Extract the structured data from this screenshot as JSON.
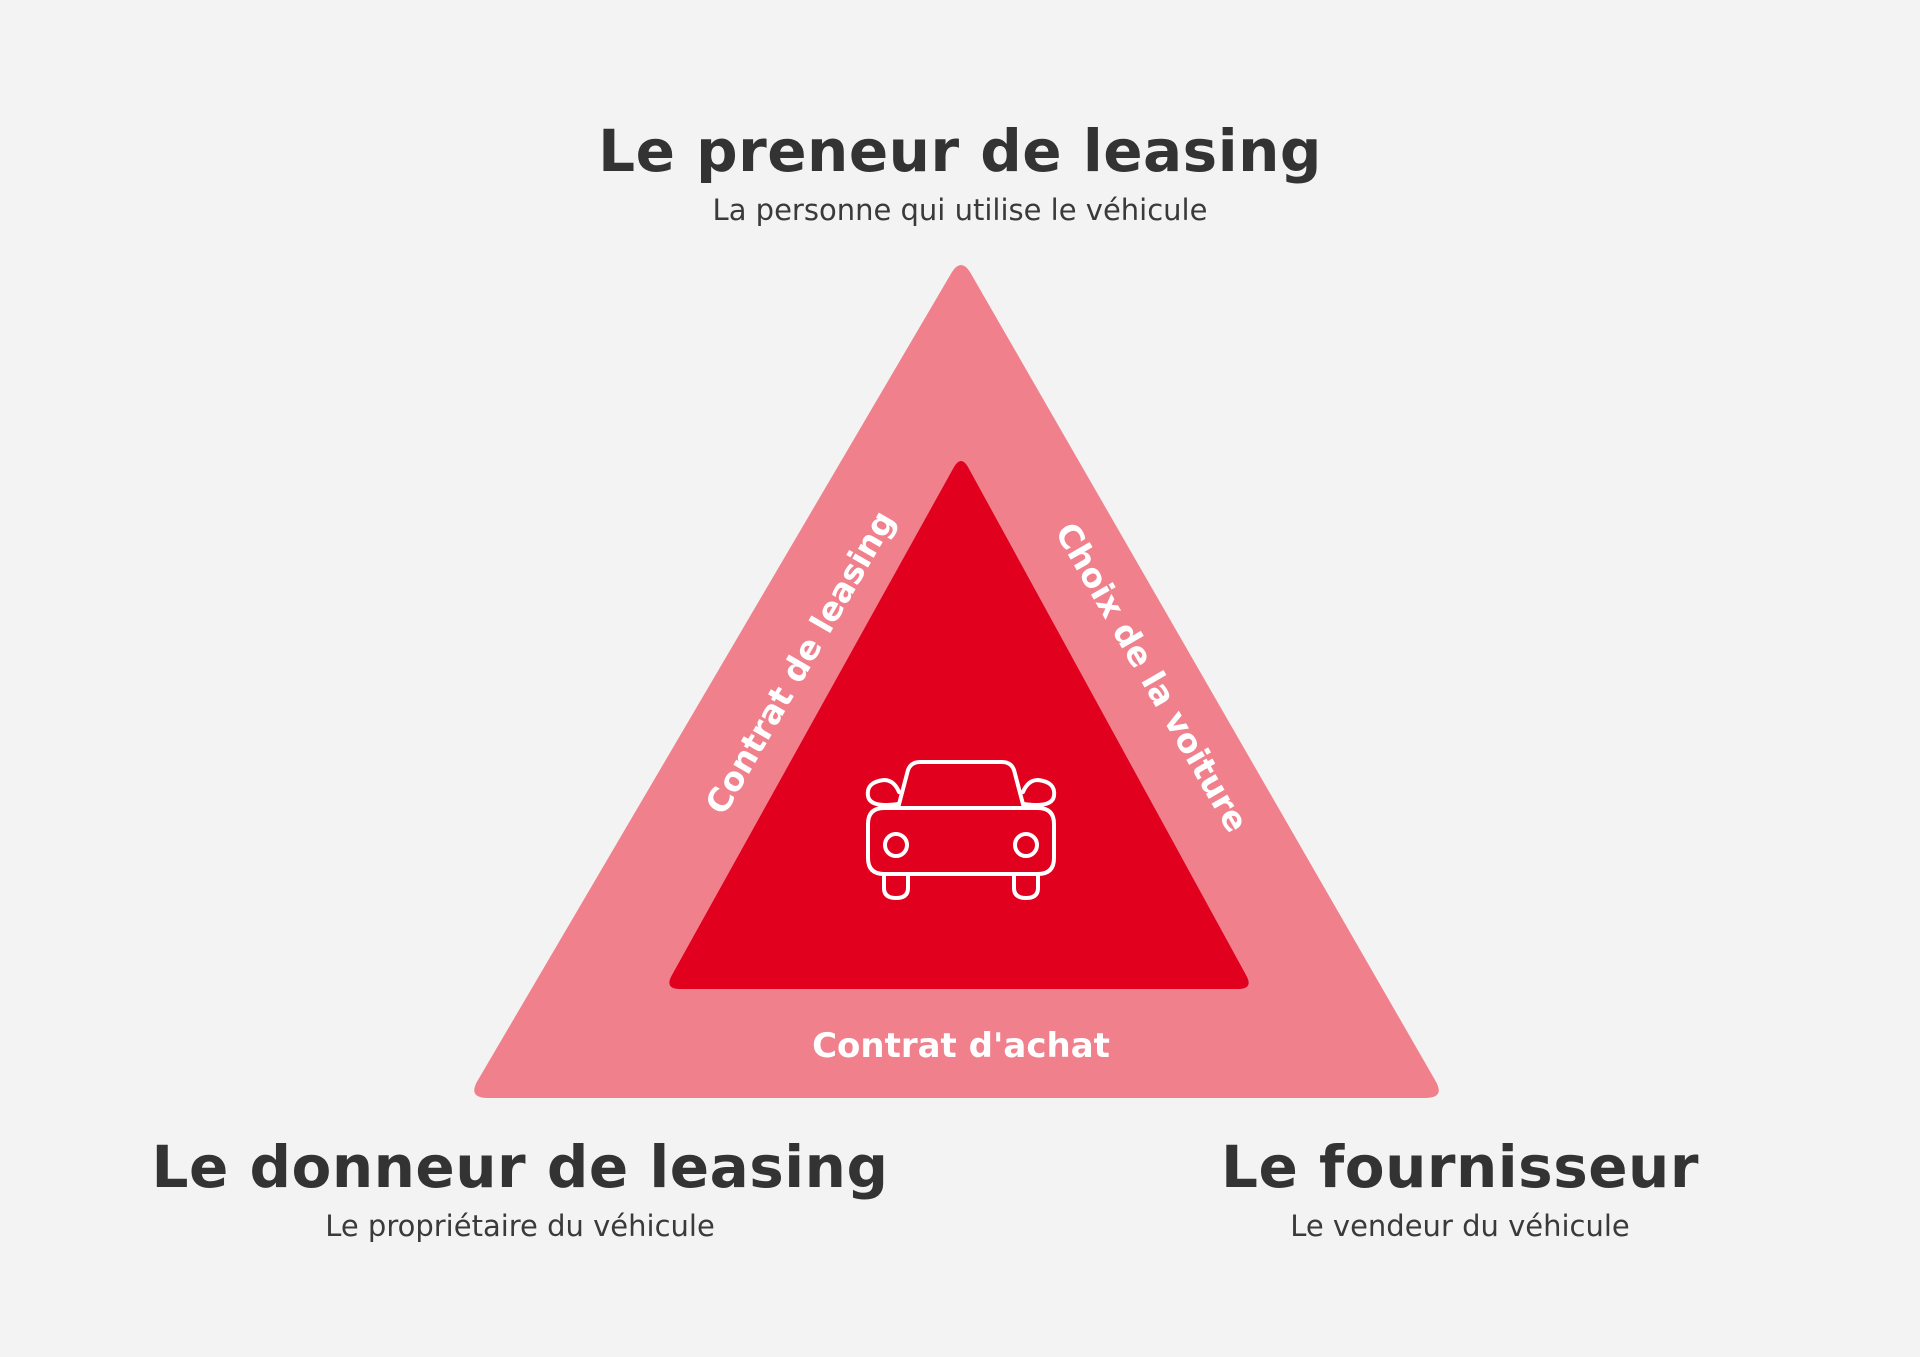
{
  "colors": {
    "background": "#f4f3f3",
    "outer_triangle": "#f0818c",
    "inner_triangle": "#e1001e",
    "text_dark": "#333333",
    "text_light": "#ffffff"
  },
  "parties": {
    "top": {
      "name": "Le preneur de leasing",
      "role": "La personne qui utilise le véhicule"
    },
    "left": {
      "name": "Le donneur de leasing",
      "role": "Le propriétaire du véhicule"
    },
    "right": {
      "name": "Le fournisseur",
      "role": "Le vendeur du véhicule"
    }
  },
  "relations": {
    "left_side": "Contrat de leasing",
    "right_side": "Choix de la voiture",
    "bottom_side": "Contrat d'achat"
  },
  "center_icon": "car-icon"
}
